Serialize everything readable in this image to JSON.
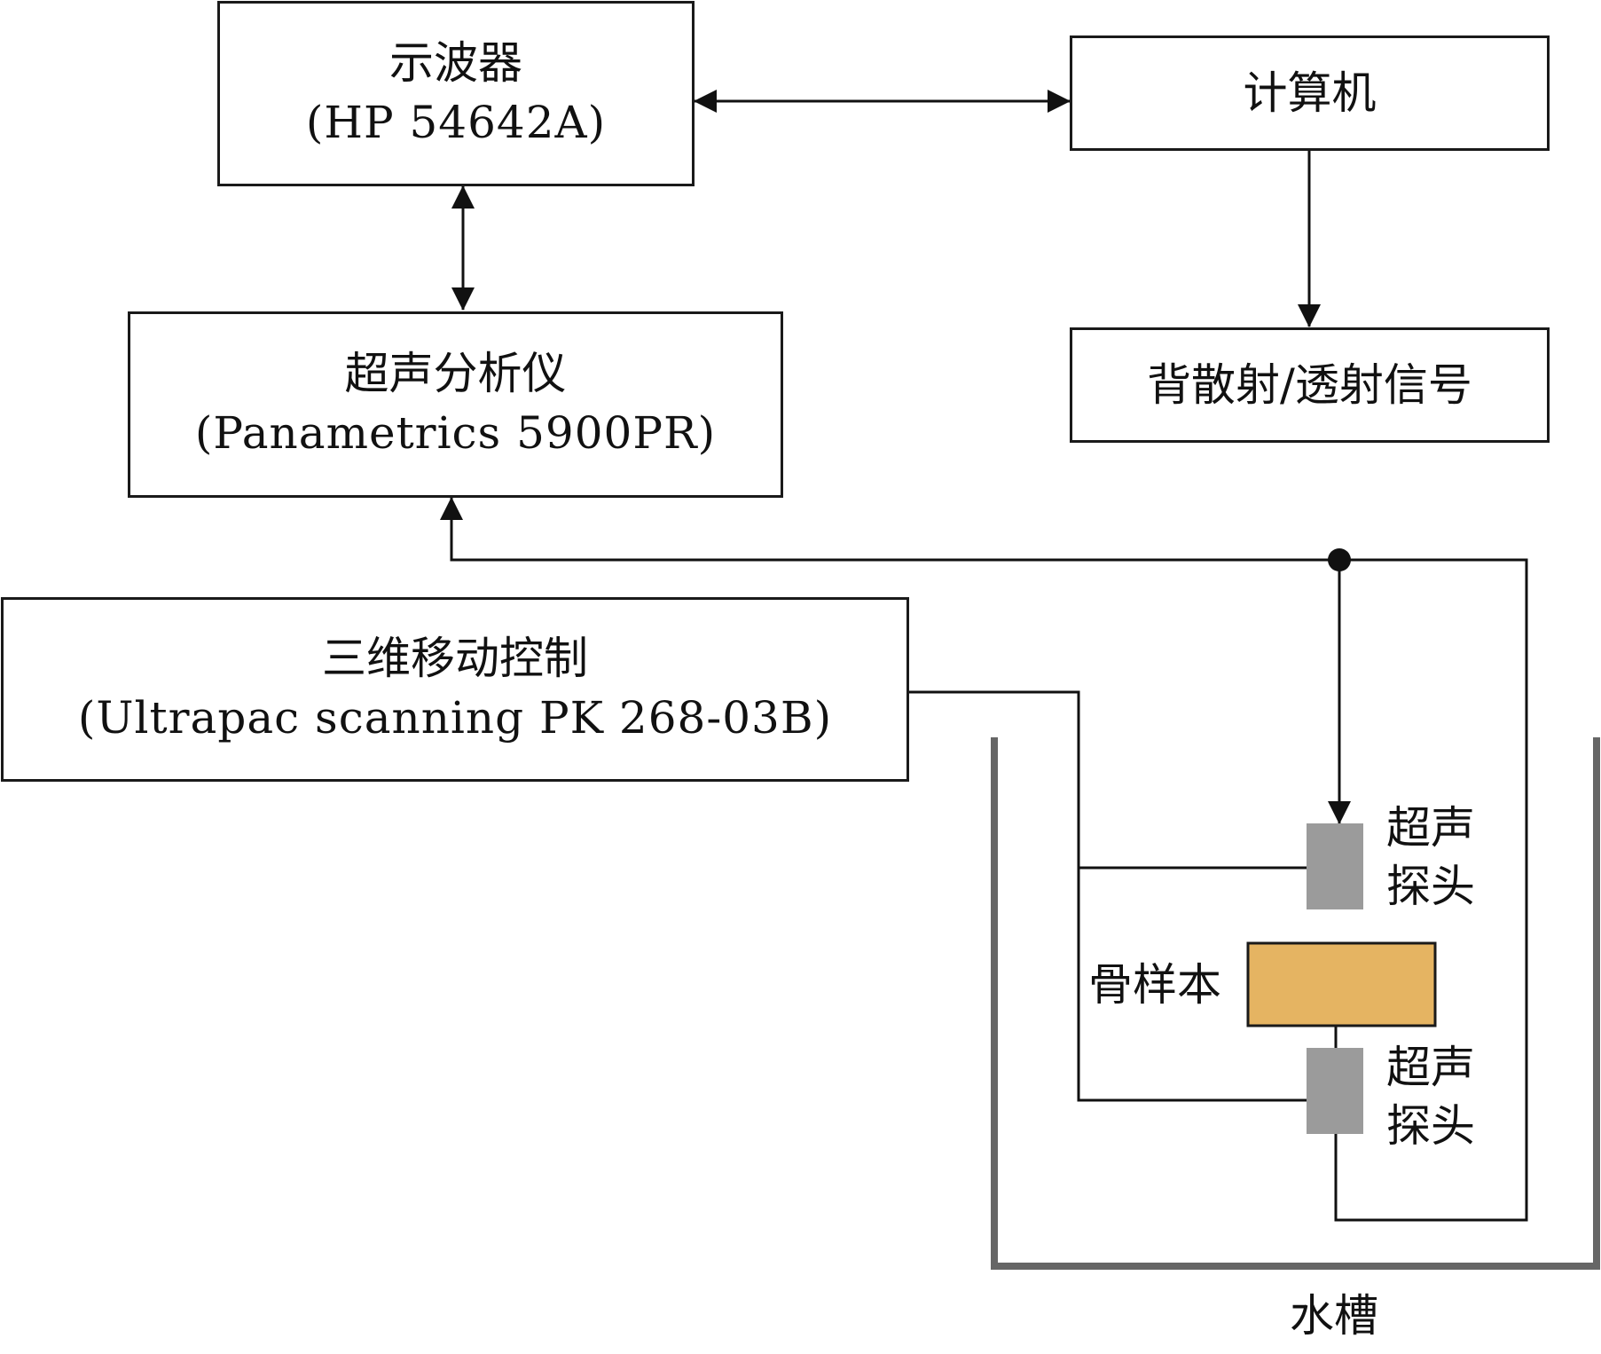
{
  "oscilloscope": {
    "name": "示波器",
    "model": "(HP 54642A)"
  },
  "computer": {
    "name": "计算机"
  },
  "ultrasound_analyzer": {
    "name": "超声分析仪",
    "model": "(Panametrics 5900PR)"
  },
  "signal_output": {
    "name": "背散射/透射信号"
  },
  "motion_control": {
    "name": "三维移动控制",
    "model": "(Ultrapac scanning PK 268-03B)"
  },
  "probe_top": {
    "line1": "超声",
    "line2": "探头"
  },
  "probe_bottom": {
    "line1": "超声",
    "line2": "探头"
  },
  "bone_sample": {
    "label": "骨样本",
    "color": "#e5b462"
  },
  "water_tank": {
    "label": "水槽",
    "wall_color": "#666666"
  },
  "probe_color": "#9b9b9b"
}
